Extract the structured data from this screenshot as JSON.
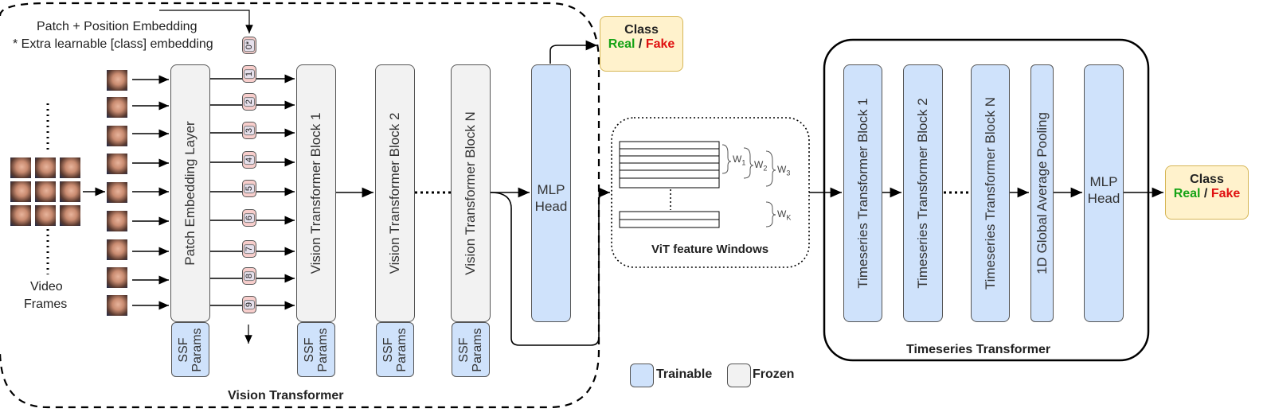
{
  "vit": {
    "title": "Vision Transformer",
    "embed_note_1": "Patch + Position Embedding",
    "embed_note_2": "* Extra learnable  [class] embedding",
    "patch_layer": "Patch Embedding Layer",
    "blocks": [
      "Vision Transformer Block 1",
      "Vision Transformer Block 2",
      "Vision Transformer Block N"
    ],
    "ssf_line1": "SSF",
    "ssf_line2": "Params",
    "mlp_line1": "MLP",
    "mlp_line2": "Head",
    "tokens": [
      "0*",
      "1",
      "2",
      "3",
      "4",
      "5",
      "6",
      "7",
      "8",
      "9"
    ],
    "video_label_1": "Video",
    "video_label_2": "Frames"
  },
  "class_top": {
    "title": "Class",
    "real": "Real",
    "sep": " / ",
    "fake": "Fake"
  },
  "windows": {
    "title": "ViT feature Windows",
    "w1": "W",
    "w1_sub": "1",
    "w2": "W",
    "w2_sub": "2",
    "w3": "W",
    "w3_sub": "3",
    "wk": "W",
    "wk_sub": "K"
  },
  "ts": {
    "title": "Timeseries Transformer",
    "blocks": [
      "Timeseries Transformer Block 1",
      "Timeseries  Transformer Block 2",
      "Timeseries Transformer Block N",
      "1D Global Average Pooling"
    ],
    "mlp_line1": "MLP",
    "mlp_line2": "Head"
  },
  "class_right": {
    "title": "Class",
    "real": "Real",
    "sep": " / ",
    "fake": "Fake"
  },
  "legend": {
    "trainable": "Trainable",
    "frozen": "Frozen"
  },
  "colors": {
    "trainable": "#cfe2fb",
    "frozen": "#f2f2f2",
    "class_bg": "#fff2cc",
    "real": "#16a316",
    "fake": "#e01010",
    "token": "#f8cecc"
  }
}
